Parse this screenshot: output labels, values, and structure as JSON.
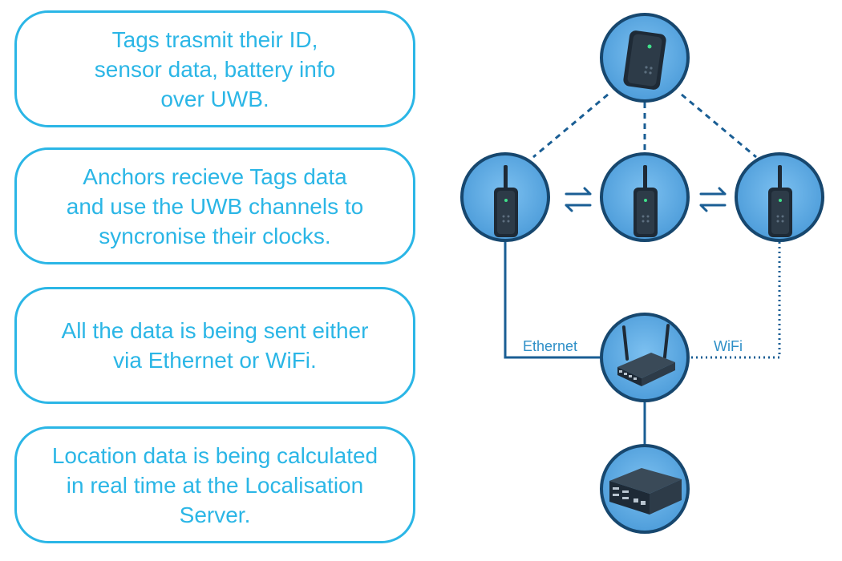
{
  "cards": [
    {
      "text": "Tags trasmit their ID,\nsensor data, battery info\nover UWB."
    },
    {
      "text": "Anchors recieve Tags data\nand use the UWB channels to\nsyncronise their clocks."
    },
    {
      "text": "All the data is being sent either\nvia Ethernet or WiFi."
    },
    {
      "text": "Location data is being calculated\nin real time at the Localisation\nServer."
    }
  ],
  "diagram": {
    "ethernet_label": "Ethernet",
    "wifi_label": "WiFi",
    "colors": {
      "node_fill": "#5aa9e6",
      "node_border": "#17476e",
      "line": "#1a5e94",
      "text_accent": "#2bb6e6"
    },
    "icons": [
      "tag-icon",
      "anchor-icon",
      "router-icon",
      "server-icon",
      "sync-arrows-icon"
    ]
  }
}
